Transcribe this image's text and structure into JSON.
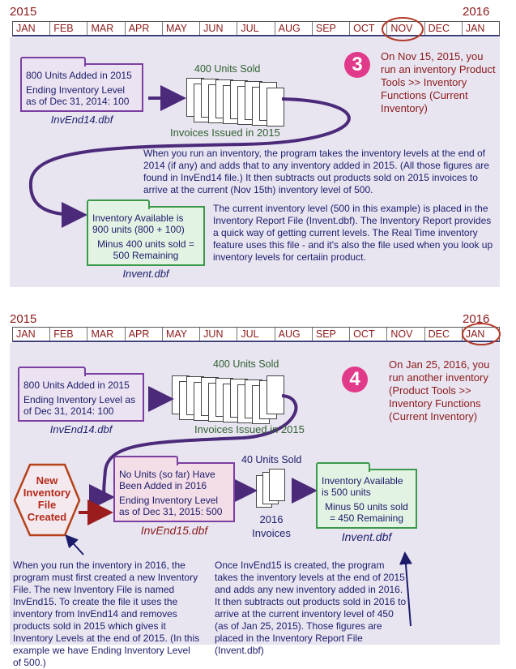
{
  "months": [
    "JAN",
    "FEB",
    "MAR",
    "APR",
    "MAY",
    "JUN",
    "JUL",
    "AUG",
    "SEP",
    "OCT",
    "NOV",
    "DEC",
    "JAN"
  ],
  "section1": {
    "year_start": "2015",
    "year_end": "2016",
    "highlighted_month": "NOV",
    "step_number": "3",
    "step_text": "On Nov 15, 2015, you run an inventory Product Tools >> Inventory Functions (Current Inventory)",
    "source_folder": {
      "line1": "800 Units Added in 2015",
      "line2": "Ending Inventory Level as of Dec 31, 2014: 100",
      "file": "InvEnd14.dbf"
    },
    "units_sold": "400 Units Sold",
    "invoices_label": "Invoices Issued in 2015",
    "explanation": "When you run an inventory, the program takes the inventory levels at the end of 2014 (if any) and adds that to any inventory added in 2015.  (All those figures are found in InvEnd14 file.)  It then subtracts out products sold on 2015 invoices to arrive at the current (Nov 15th) inventory level of 500.",
    "result_folder": {
      "line1": "Inventory Available is 900 units (800 + 100)",
      "line2": "Minus 400 units sold = 500 Remaining",
      "file": "Invent.dbf"
    },
    "result_explanation": "The current inventory level (500 in this example) is placed in the Inventory Report File (Invent.dbf).  The Inventory Report provides a quick way of getting current levels.  The Real Time inventory feature uses this file - and it's also the file used when you look up inventory levels for certaiin product."
  },
  "section2": {
    "year_start": "2015",
    "year_end": "2016",
    "highlighted_month": "JAN",
    "step_number": "4",
    "step_text": "On Jan 25, 2016, you run another inventory (Product Tools >> Inventory Functions (Current Inventory)",
    "source_folder": {
      "line1": "800 Units Added in 2015",
      "line2": "Ending Inventory Level as of Dec 31, 2014: 100",
      "file": "InvEnd14.dbf"
    },
    "units_sold": "400 Units Sold",
    "invoices_label": "Invoices Issued in 2015",
    "hexagon": "New Inventory File Created",
    "new_folder": {
      "line1": "No Units (so far) Have Been Added in 2016",
      "line2": "Ending Inventory Level as of Dec 31, 2015: 500",
      "file": "InvEnd15.dbf"
    },
    "units_sold_2016": "40 Units Sold",
    "invoices_2016": "2016 Invoices",
    "result_folder": {
      "line1": "Inventory Available is 500 units",
      "line2": "Minus 50 units sold = 450 Remaining",
      "file": "Invent.dbf"
    },
    "left_explanation": "When you run the inventory in 2016, the program must first created a new Inventory File. The new Inventory File is named InvEnd15.  To create the file it uses the inventory from InvEnd14 and removes products sold in 2015 which gives it Inventory Levels at the end of 2015.  (In this example we have Ending Inventory Level of 500.)",
    "right_explanation": "Once InvEnd15 is created, the program takes the inventory levels at the end of 2015 and adds any new inventory added in 2016.  It then subtracts out products sold in 2016 to arrive at the current inventory level of 450 (as of Jan 25, 2015).  Those figures are placed in the Inventory Report File (Invent.dbf)"
  }
}
